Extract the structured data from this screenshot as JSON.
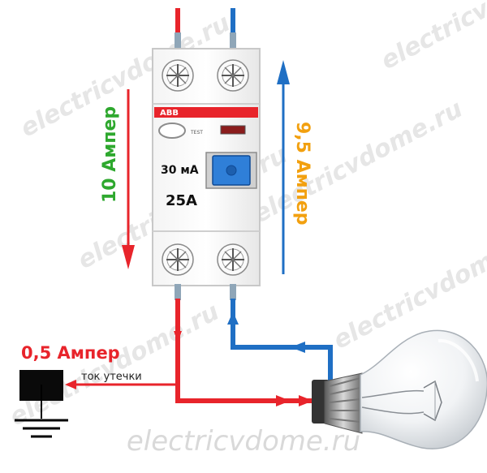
{
  "device": {
    "brand": "ABB",
    "test_label": "TEST",
    "leakage_rating": "30 мА",
    "current_rating": "25А"
  },
  "labels": {
    "input_current": "10 Ампер",
    "output_current": "9,5 Ампер",
    "leak_amount": "0,5 Ампер",
    "leak_caption": "ток утечки"
  },
  "watermarks": {
    "bottom": "electricvdome.ru",
    "diagonal": "electricvdome.ru"
  },
  "colors": {
    "phase_wire": "#e8242b",
    "neutral_wire": "#1f6fc4",
    "input_current_text": "#2ea82e",
    "output_current_text": "#f2a00f",
    "leak_text": "#e8242b",
    "brand_bar": "#e8242b"
  }
}
